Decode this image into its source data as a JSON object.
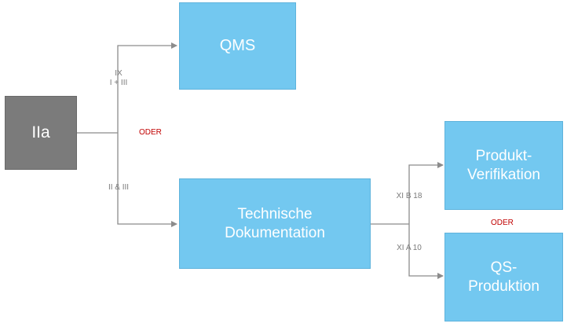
{
  "nodes": {
    "iia": "IIa",
    "qms": "QMS",
    "technische_dokumentation": "Technische\nDokumentation",
    "produkt_verifikation": "Produkt-\nVerifikation",
    "qs_produktion": "QS-\nProduktion"
  },
  "edge_labels": {
    "to_qms_line1": "IX",
    "to_qms_line2": "I + III",
    "to_techdoc": "II & III",
    "to_verifikation": "XI B 18",
    "to_produktion": "XI A 10"
  },
  "alternatives": {
    "oder_left": "ODER",
    "oder_right": "ODER"
  },
  "colors": {
    "box_blue": "#73c8f0",
    "box_gray": "#7b7b7b",
    "connector": "#8c8c8c",
    "oder_text": "#c00000"
  }
}
